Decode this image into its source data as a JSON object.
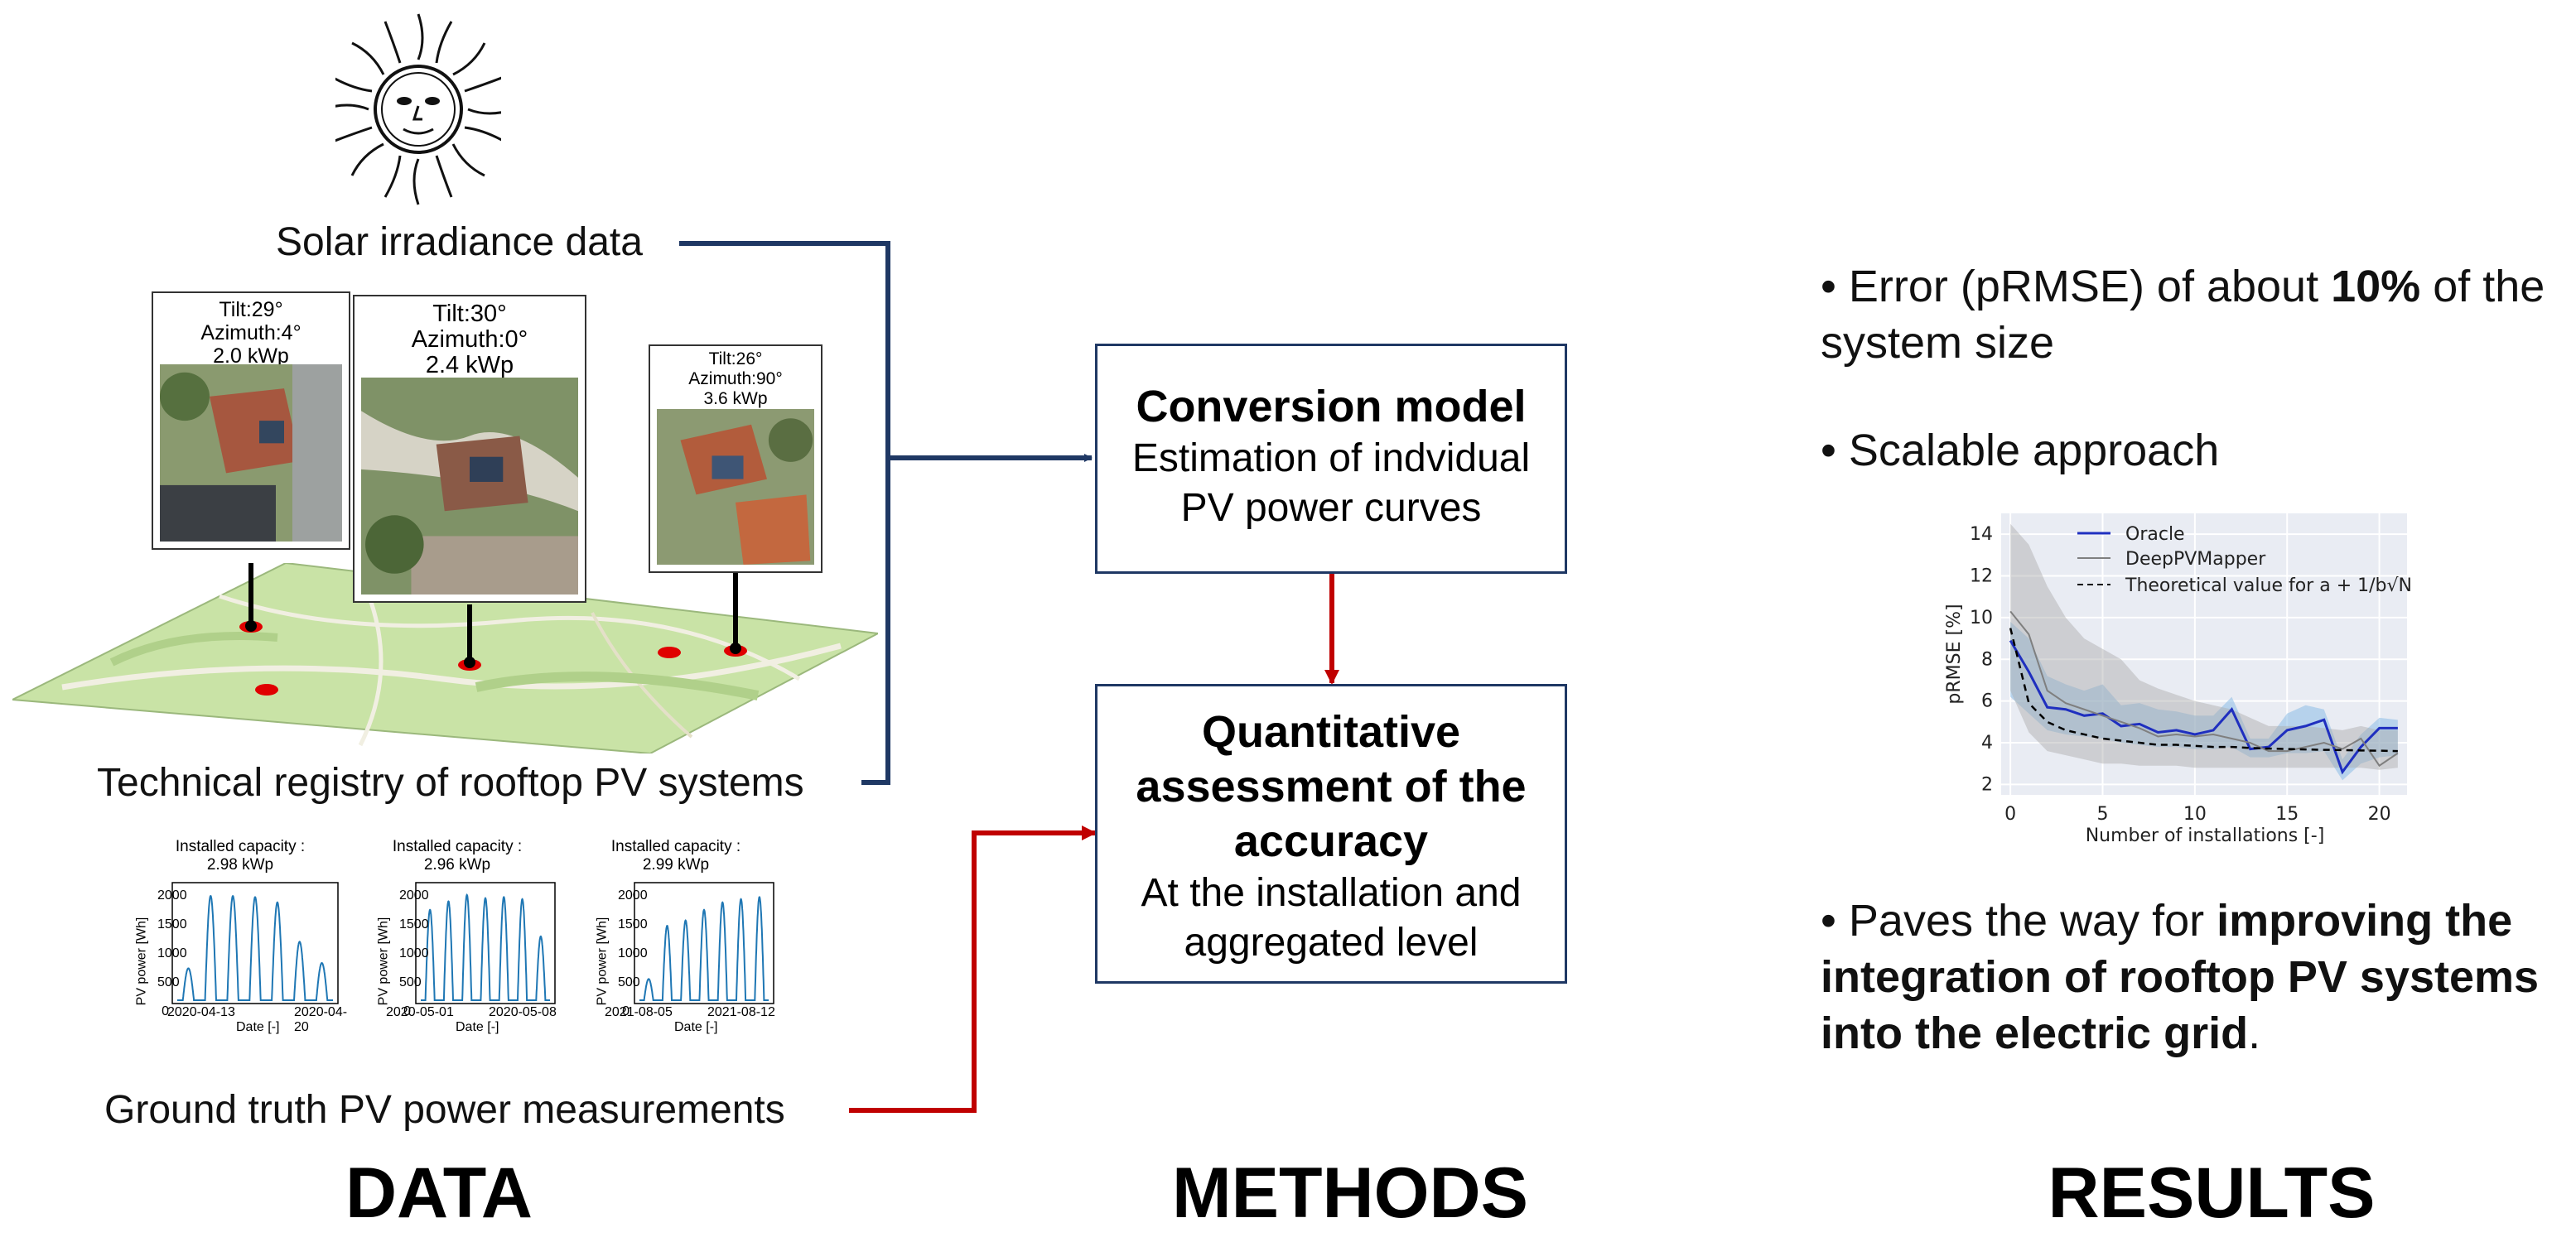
{
  "data_section": {
    "heading": "DATA",
    "irradiance_label": "Solar irradiance data",
    "registry_label": "Technical registry of rooftop PV systems",
    "ground_truth_label": "Ground truth PV power measurements",
    "installations": [
      {
        "tilt": "Tilt:29°",
        "azimuth": "Azimuth:4°",
        "capacity": "2.0 kWp"
      },
      {
        "tilt": "Tilt:30°",
        "azimuth": "Azimuth:0°",
        "capacity": "2.4 kWp"
      },
      {
        "tilt": "Tilt:26°",
        "azimuth": "Azimuth:90°",
        "capacity": "3.6 kWp"
      }
    ],
    "power_plots": [
      {
        "capacity_label": "Installed capacity :",
        "capacity": "2.98 kWp",
        "x_start": "2020-04-13",
        "x_end": "2020-04-20",
        "ylabel": "PV power [Wh]",
        "xlabel": "Date [-]",
        "yticks": [
          "2000",
          "1500",
          "1000",
          "500",
          "0"
        ]
      },
      {
        "capacity_label": "Installed capacity :",
        "capacity": "2.96 kWp",
        "x_start": "2020-05-01",
        "x_end": "2020-05-08",
        "ylabel": "PV power [Wh]",
        "xlabel": "Date [-]",
        "yticks": [
          "2000",
          "1500",
          "1000",
          "500",
          "0"
        ]
      },
      {
        "capacity_label": "Installed capacity :",
        "capacity": "2.99 kWp",
        "x_start": "2021-08-05",
        "x_end": "2021-08-12",
        "ylabel": "PV power [Wh]",
        "xlabel": "Date [-]",
        "yticks": [
          "2000",
          "1500",
          "1000",
          "500",
          "0"
        ]
      }
    ]
  },
  "methods_section": {
    "heading": "METHODS",
    "conversion_box": {
      "title": "Conversion model",
      "line1": "Estimation of indvidual",
      "line2": "PV power curves"
    },
    "assessment_box": {
      "title1": "Quantitative",
      "title2": "assessment of the",
      "title3": "accuracy",
      "line1": "At the installation and",
      "line2": "aggregated level"
    }
  },
  "results_section": {
    "heading": "RESULTS",
    "bullet1": {
      "prefix": "• Error (pRMSE) of about ",
      "bold": "10%",
      "suffix": " of the system size"
    },
    "bullet2": "• Scalable approach",
    "bullet3": {
      "prefix": "• Paves the way for ",
      "bold": "improving the integration of rooftop PV systems into the electric grid",
      "suffix": "."
    }
  },
  "colors": {
    "navy": "#1f3864",
    "red": "#c00000",
    "oracle_line": "#1f2fbf",
    "deeppv_line": "#7f7f7f",
    "plot_bg": "#e9ecf3"
  },
  "chart_data": {
    "type": "line",
    "xlabel": "Number of installations [-]",
    "ylabel": "pRMSE [%]",
    "xlim": [
      -0.5,
      21.5
    ],
    "ylim": [
      1.5,
      15
    ],
    "xticks": [
      0,
      5,
      10,
      15,
      20
    ],
    "yticks": [
      2,
      4,
      6,
      8,
      10,
      12,
      14
    ],
    "grid": true,
    "legend_position": "top",
    "x": [
      0,
      1,
      2,
      3,
      4,
      5,
      6,
      7,
      8,
      9,
      10,
      11,
      12,
      13,
      14,
      15,
      16,
      17,
      18,
      19,
      20,
      21
    ],
    "series": [
      {
        "name": "Oracle",
        "values": [
          8.9,
          7.4,
          5.7,
          5.6,
          5.3,
          5.4,
          4.8,
          4.9,
          4.5,
          4.6,
          4.4,
          4.6,
          5.6,
          3.7,
          3.8,
          4.6,
          4.8,
          5.1,
          2.6,
          3.8,
          4.7,
          4.7
        ],
        "band_low": [
          6.2,
          5.4,
          4.6,
          4.4,
          4.3,
          4.2,
          4.0,
          3.9,
          3.8,
          3.8,
          3.7,
          3.7,
          3.8,
          3.3,
          3.3,
          3.5,
          3.5,
          3.6,
          2.2,
          3.0,
          3.3,
          3.4
        ],
        "band_high": [
          9.8,
          9.0,
          7.2,
          6.8,
          6.5,
          6.8,
          5.8,
          5.9,
          5.6,
          5.5,
          5.3,
          5.3,
          6.2,
          4.2,
          4.2,
          5.4,
          5.8,
          5.6,
          3.2,
          4.4,
          5.2,
          5.1
        ]
      },
      {
        "name": "DeepPVMapper",
        "values": [
          10.3,
          9.2,
          6.5,
          5.9,
          5.6,
          5.3,
          5.0,
          4.7,
          4.3,
          4.4,
          4.3,
          4.4,
          4.2,
          4.0,
          3.6,
          3.6,
          3.8,
          4.0,
          3.7,
          4.2,
          2.9,
          3.5
        ],
        "band_low": [
          6.5,
          4.5,
          3.6,
          3.4,
          3.2,
          3.0,
          3.0,
          2.9,
          2.9,
          2.9,
          2.8,
          2.8,
          2.8,
          2.8,
          2.8,
          2.8,
          2.8,
          2.8,
          2.8,
          2.8,
          2.7,
          2.8
        ],
        "band_high": [
          14.5,
          13.5,
          11.5,
          10.0,
          9.0,
          8.5,
          8.0,
          7.0,
          6.6,
          6.3,
          6.0,
          5.8,
          5.6,
          5.2,
          4.8,
          4.8,
          4.8,
          4.7,
          4.6,
          4.8,
          4.6,
          4.6
        ]
      },
      {
        "name": "Theoretical value for a + 1/b√N",
        "values": [
          9.5,
          5.9,
          5.0,
          4.6,
          4.4,
          4.2,
          4.1,
          4.0,
          3.9,
          3.9,
          3.85,
          3.8,
          3.8,
          3.75,
          3.72,
          3.7,
          3.68,
          3.66,
          3.65,
          3.63,
          3.62,
          3.6
        ]
      }
    ]
  }
}
